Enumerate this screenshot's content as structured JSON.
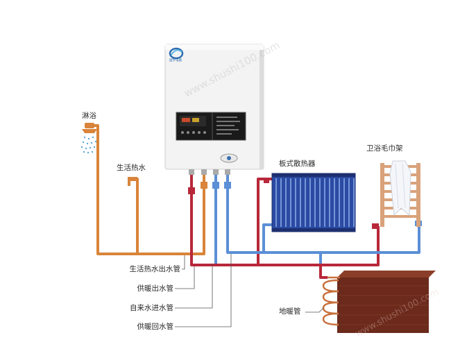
{
  "labels": {
    "shower": "淋浴",
    "domestic_hot_water": "生活热水",
    "panel_radiator": "板式散热器",
    "towel_rack": "卫浴毛巾架",
    "floor_heating": "地暖管",
    "pipe_hot_water_out": "生活热水出水管",
    "pipe_heating_out": "供暖出水管",
    "pipe_cold_in": "自来水进水管",
    "pipe_heating_return": "供暖回水管"
  },
  "boiler": {
    "brand": "国宇电器"
  },
  "watermarks": {
    "top": "www.shushi100.com",
    "bottom": "www.shushi100.com"
  },
  "colors": {
    "hot_water_pipe": "#d9843a",
    "heating_supply_pipe": "#b8283a",
    "cold_water_pipe": "#5b8fd6",
    "radiator": "#2b4aa3",
    "floor_heating_panel": "#6b2a1c",
    "towel_rack": "#d9a27a"
  }
}
